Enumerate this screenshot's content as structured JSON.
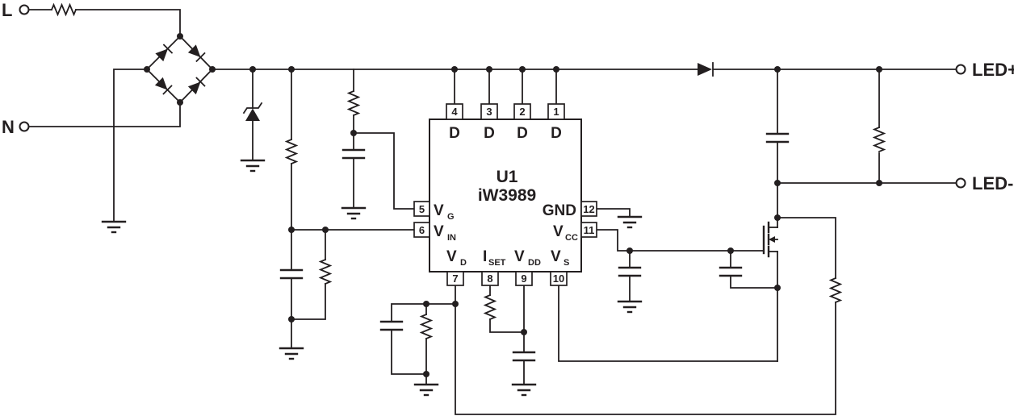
{
  "schematic": {
    "terminals": {
      "line": {
        "label": "L"
      },
      "neutral": {
        "label": "N"
      },
      "led_plus": {
        "label": "LED+"
      },
      "led_minus": {
        "label": "LED-"
      }
    },
    "ic": {
      "refdes": "U1",
      "part": "iW3989",
      "pins": {
        "top": [
          {
            "num": "4",
            "name": "D",
            "sub": ""
          },
          {
            "num": "3",
            "name": "D",
            "sub": ""
          },
          {
            "num": "2",
            "name": "D",
            "sub": ""
          },
          {
            "num": "1",
            "name": "D",
            "sub": ""
          }
        ],
        "left": [
          {
            "num": "5",
            "name": "V",
            "sub": "G"
          },
          {
            "num": "6",
            "name": "V",
            "sub": "IN"
          }
        ],
        "right": [
          {
            "num": "12",
            "name": "GND",
            "sub": ""
          },
          {
            "num": "11",
            "name": "V",
            "sub": "CC"
          }
        ],
        "bottom": [
          {
            "num": "7",
            "name": "V",
            "sub": "D"
          },
          {
            "num": "8",
            "name": "I",
            "sub": "SET"
          },
          {
            "num": "9",
            "name": "V",
            "sub": "DD"
          },
          {
            "num": "10",
            "name": "V",
            "sub": "S"
          }
        ]
      }
    },
    "colors": {
      "line": "#231f20",
      "background": "#ffffff"
    }
  }
}
